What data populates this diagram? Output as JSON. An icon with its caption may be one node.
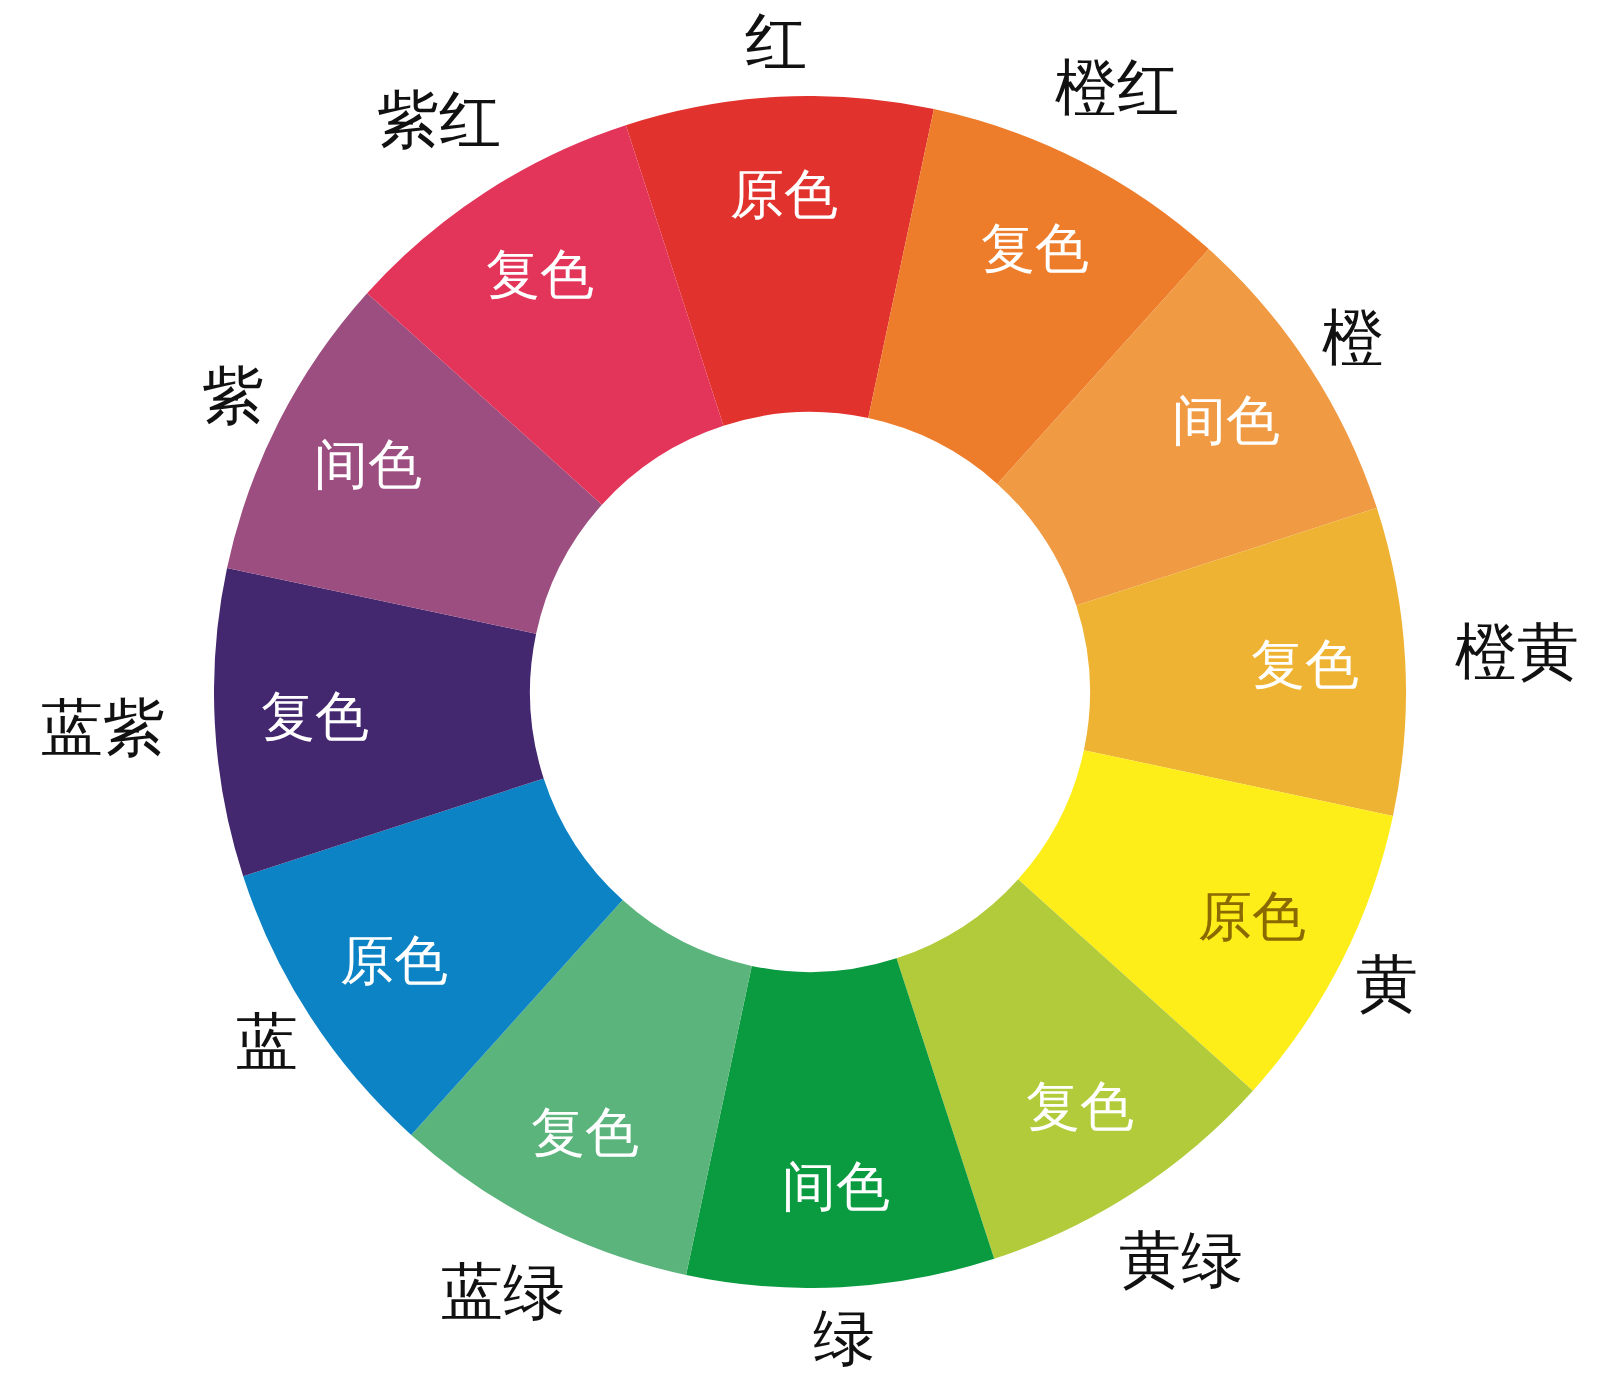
{
  "diagram": {
    "nodes": [
      {
        "text": [
          "原色"
        ],
        "beside": [
          "红"
        ]
      },
      {
        "text": [
          "复色"
        ],
        "beside": [
          "橙红"
        ]
      },
      {
        "text": [
          "间色"
        ],
        "beside": [
          "橙"
        ]
      },
      {
        "text": [
          "复色"
        ],
        "beside": [
          "橙黄"
        ]
      },
      {
        "text": [
          "原色"
        ],
        "beside": [
          "黄"
        ]
      },
      {
        "text": [
          "复色"
        ],
        "beside": [
          "黄绿"
        ]
      },
      {
        "text": [
          "间色"
        ],
        "beside": [
          "绿"
        ]
      },
      {
        "text": [
          "复色"
        ],
        "beside": [
          "蓝绿"
        ]
      },
      {
        "text": [
          "原色"
        ],
        "beside": [
          "蓝"
        ]
      },
      {
        "text": [
          "复色"
        ],
        "beside": [
          "蓝紫"
        ]
      },
      {
        "text": [
          "间色"
        ],
        "beside": [
          "紫"
        ]
      },
      {
        "text": [
          "复色"
        ],
        "beside": [
          "紫红"
        ]
      }
    ]
  }
}
